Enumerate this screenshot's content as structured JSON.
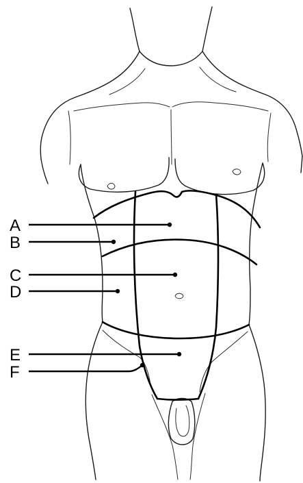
{
  "labels": [
    {
      "id": "A",
      "text": "A"
    },
    {
      "id": "B",
      "text": "B"
    },
    {
      "id": "C",
      "text": "C"
    },
    {
      "id": "D",
      "text": "D"
    },
    {
      "id": "E",
      "text": "E"
    },
    {
      "id": "F",
      "text": "F"
    }
  ],
  "colors": {
    "line": "#000000",
    "background": "#ffffff"
  }
}
